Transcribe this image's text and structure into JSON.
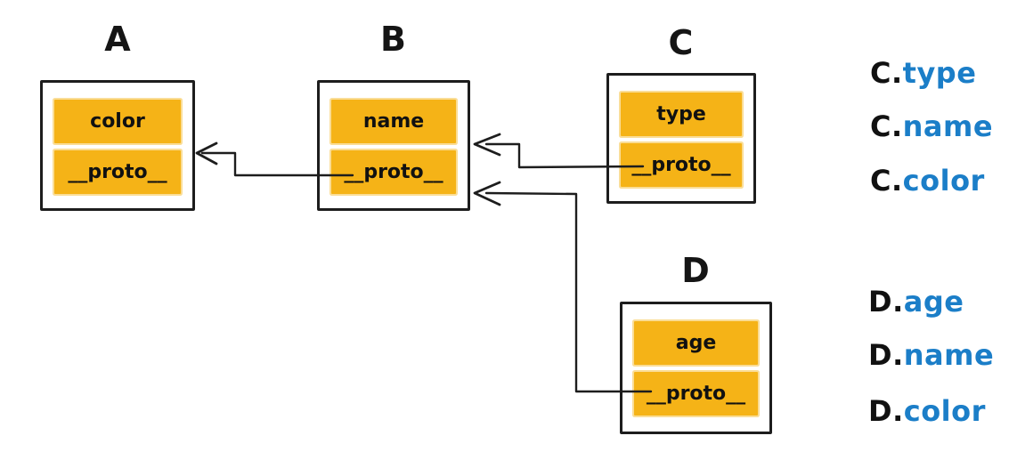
{
  "colors": {
    "cell_amber": "#f5b317",
    "ink_black": "#1d1d1d",
    "lookup_blue": "#1b7ec8"
  },
  "objects": [
    {
      "title": "A",
      "props": [
        "color",
        "__proto__"
      ]
    },
    {
      "title": "B",
      "props": [
        "name",
        "__proto__"
      ]
    },
    {
      "title": "C",
      "props": [
        "type",
        "__proto__"
      ]
    },
    {
      "title": "D",
      "props": [
        "age",
        "__proto__"
      ]
    }
  ],
  "connections": [
    {
      "from": "B.__proto__",
      "to": "A"
    },
    {
      "from": "C.__proto__",
      "to": "B"
    },
    {
      "from": "D.__proto__",
      "to": "B"
    }
  ],
  "lookups": [
    {
      "obj": "C.",
      "prop": "type"
    },
    {
      "obj": "C.",
      "prop": "name"
    },
    {
      "obj": "C.",
      "prop": "color"
    },
    {
      "obj": "D.",
      "prop": "age"
    },
    {
      "obj": "D.",
      "prop": "name"
    },
    {
      "obj": "D.",
      "prop": "color"
    }
  ]
}
